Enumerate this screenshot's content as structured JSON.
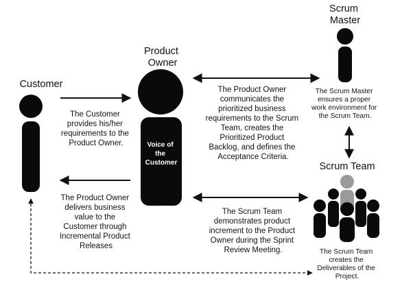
{
  "actors": {
    "customer": {
      "label": "Customer"
    },
    "product_owner": {
      "label": [
        "Product",
        "Owner"
      ],
      "badge": [
        "Voice of",
        "the",
        "Customer"
      ]
    },
    "scrum_master": {
      "label": [
        "Scrum",
        "Master"
      ]
    },
    "scrum_team": {
      "label": "Scrum Team"
    }
  },
  "texts": {
    "customer_to_po": [
      "The Customer",
      "provides his/her",
      "requirements to the",
      "Product Owner."
    ],
    "po_to_customer": [
      "The Product Owner",
      "delivers business",
      "value to the",
      "Customer through",
      "Incremental Product",
      "Releases"
    ],
    "po_to_master": [
      "The Product Owner",
      "communicates the",
      "prioritized business",
      "requirements to the Scrum",
      "Team, creates the",
      "Prioritized Product",
      "Backlog, and defines the",
      "Acceptance Criteria."
    ],
    "team_to_po": [
      "The Scrum Team",
      "demonstrates product",
      "increment to the Product",
      "Owner during the Sprint",
      "Review Meeting."
    ],
    "scrum_master_desc": [
      "The Scrum Master",
      "ensures a proper",
      "work environment for",
      "the Scrum Team."
    ],
    "scrum_team_desc": [
      "The Scrum Team",
      "creates the",
      "Deliverables of the",
      "Project."
    ]
  },
  "colors": {
    "figure": "#0a0a0a",
    "highlight": "#9a9a9a",
    "text": "#111111"
  }
}
